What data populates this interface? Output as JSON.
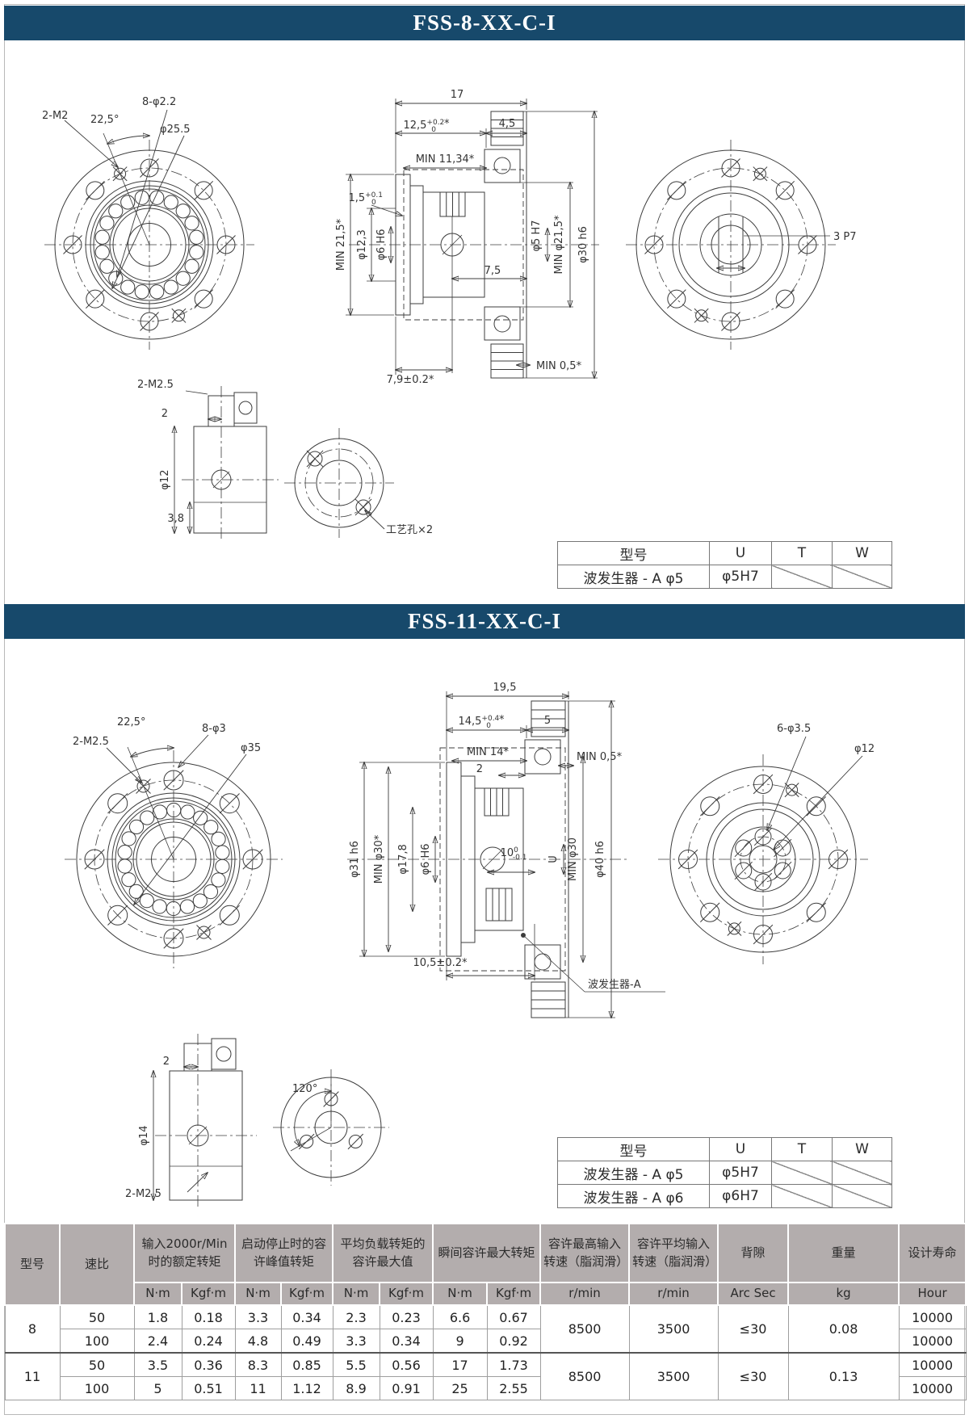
{
  "page": {
    "header1": "FSS-8-XX-C-I",
    "header2": "FSS-11-XX-C-I"
  },
  "colors": {
    "header_bg": "#17496b",
    "spec_header_bg": "#b3adad",
    "line": "#3c3c3c"
  },
  "fss8": {
    "front": {
      "screws": "2-M2",
      "angle": "22,5°",
      "holes": "8-φ2.2",
      "dia": "φ25.5"
    },
    "section": {
      "w_total": "17",
      "w_flange": {
        "v": "12,5",
        "sup": "+0.2",
        "sub": "0",
        "star": "*"
      },
      "w_right": "4,5",
      "min_1134": "MIN 11,34*",
      "t_diaphragm": {
        "v": "1,5",
        "sup": "+0.1",
        "sub": "0"
      },
      "min_215": "MIN 21,5*",
      "d_123": "φ12,3",
      "d_6h6": "φ6 H6",
      "d_5h7": "φ5 H7",
      "min_d215": "MIN φ21,5*",
      "d_30h6": "φ30 h6",
      "d_75": "7,5",
      "min_05": "MIN 0,5*",
      "d_79": "7,9±0.2*"
    },
    "rear": {
      "pin": "3 P7"
    },
    "wave": {
      "screws": "2-M2.5",
      "w2": "2",
      "d12": "φ12",
      "d38": "3,8",
      "process_holes": "工艺孔×2"
    },
    "table": {
      "headers": [
        "型号",
        "U",
        "T",
        "W"
      ],
      "rows": [
        {
          "model": "波发生器 - A φ5",
          "u": "φ5H7"
        }
      ]
    }
  },
  "fss11": {
    "front": {
      "screws": "2-M2.5",
      "angle": "22,5°",
      "holes": "8-φ3",
      "dia": "φ35"
    },
    "section": {
      "w_total": "19,5",
      "w_flange": {
        "v": "14,5",
        "sup": "+0.4",
        "sub": "0",
        "star": "*"
      },
      "w_right": "5",
      "min_14": "MIN 14*",
      "min_05": "MIN 0,5*",
      "w2": "2",
      "d_31h6": "φ31 h6",
      "min_d30": "MIN φ30*",
      "d_178": "φ17,8",
      "d_6h6": "φ6 H6",
      "d_10": {
        "v": "10",
        "sup": "0",
        "sub": "-0.1"
      },
      "u": "U",
      "min_d30r": "MIN φ30",
      "d_40h6": "φ40 h6",
      "d_105": "10,5±0.2*",
      "wave_label": "波发生器-A"
    },
    "rear": {
      "holes": "6-φ3.5",
      "d12": "φ12"
    },
    "wave": {
      "d14": "φ14",
      "w2": "2",
      "screws": "2-M2.5",
      "angle": "120°"
    },
    "table": {
      "headers": [
        "型号",
        "U",
        "T",
        "W"
      ],
      "rows": [
        {
          "model": "波发生器 - A φ5",
          "u": "φ5H7"
        },
        {
          "model": "波发生器 - A φ6",
          "u": "φ6H7"
        }
      ]
    }
  },
  "spec": {
    "headers": {
      "model": "型号",
      "ratio": "速比",
      "rated": "输入2000r/Min时的额定转矩",
      "peak_start_stop": "启动停止时的容许峰值转矩",
      "avg_load_max": "平均负载转矩的容许最大值",
      "instant_max": "瞬间容许最大转矩",
      "max_input_speed": "容许最高输入转速（脂润滑）",
      "avg_input_speed": "容许平均输入转速（脂润滑）",
      "backlash": "背隙",
      "weight": "重量",
      "life": "设计寿命"
    },
    "units": {
      "nm": "N·m",
      "kgfm": "Kgf·m",
      "rpm": "r/min",
      "arcsec": "Arc Sec",
      "kg": "kg",
      "hour": "Hour"
    },
    "rows": [
      {
        "model": "8",
        "ratio": "50",
        "nm1": "1.8",
        "kgf1": "0.18",
        "nm2": "3.3",
        "kgf2": "0.34",
        "nm3": "2.3",
        "kgf3": "0.23",
        "nm4": "6.6",
        "kgf4": "0.67",
        "max_speed": "8500",
        "avg_speed": "3500",
        "backlash": "≤30",
        "weight": "0.08",
        "life": "10000"
      },
      {
        "ratio": "100",
        "nm1": "2.4",
        "kgf1": "0.24",
        "nm2": "4.8",
        "kgf2": "0.49",
        "nm3": "3.3",
        "kgf3": "0.34",
        "nm4": "9",
        "kgf4": "0.92",
        "life": "10000"
      },
      {
        "model": "11",
        "ratio": "50",
        "nm1": "3.5",
        "kgf1": "0.36",
        "nm2": "8.3",
        "kgf2": "0.85",
        "nm3": "5.5",
        "kgf3": "0.56",
        "nm4": "17",
        "kgf4": "1.73",
        "max_speed": "8500",
        "avg_speed": "3500",
        "backlash": "≤30",
        "weight": "0.13",
        "life": "10000"
      },
      {
        "ratio": "100",
        "nm1": "5",
        "kgf1": "0.51",
        "nm2": "11",
        "kgf2": "1.12",
        "nm3": "8.9",
        "kgf3": "0.91",
        "nm4": "25",
        "kgf4": "2.55",
        "life": "10000"
      }
    ]
  }
}
